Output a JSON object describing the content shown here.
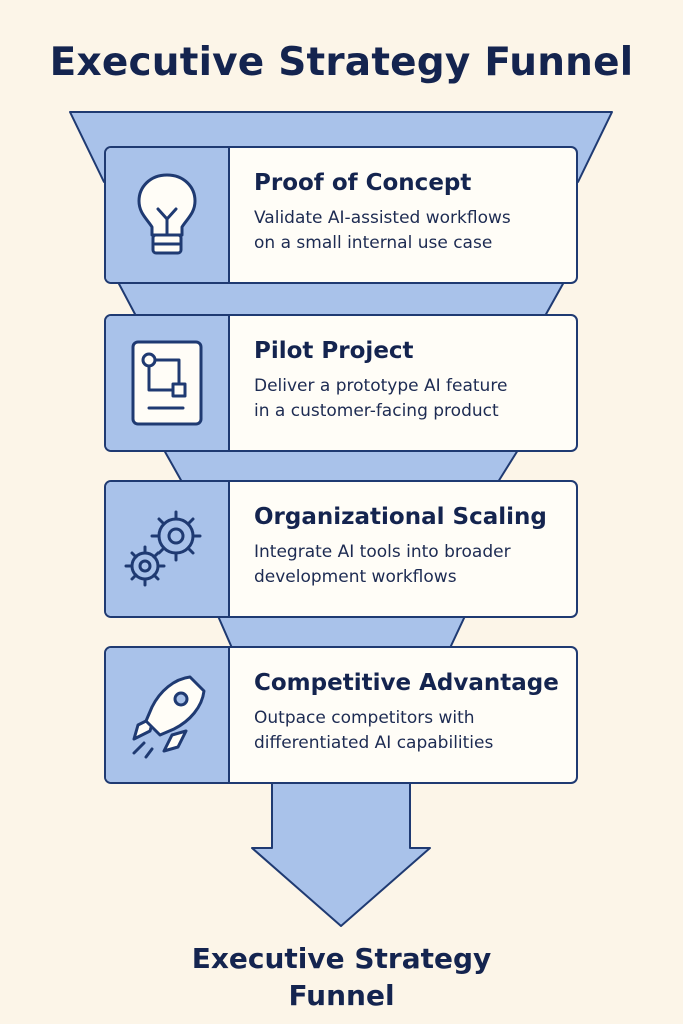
{
  "title": "Executive Strategy Funnel",
  "stages": [
    {
      "title": "Proof of Concept",
      "description_line1": "Validate AI-assisted workflows",
      "description_line2": "on a small internal use case",
      "icon": "lightbulb-icon"
    },
    {
      "title": "Pilot Project",
      "description_line1": "Deliver a prototype AI feature",
      "description_line2": "in a customer-facing product",
      "icon": "prototype-diagram-icon"
    },
    {
      "title": "Organizational Scaling",
      "description_line1": "Integrate AI tools into broader",
      "description_line2": "development workflows",
      "icon": "gears-icon"
    },
    {
      "title": "Competitive Advantage",
      "description_line1": "Outpace competitors with",
      "description_line2": "differentiated AI capabilities",
      "icon": "rocket-icon"
    }
  ],
  "footer": {
    "line1": "Executive Strategy",
    "line2": "Funnel"
  },
  "colors": {
    "background": "#fcf5e8",
    "funnel_fill": "#a9c2ea",
    "outline": "#1f3a72",
    "text": "#14244f"
  }
}
